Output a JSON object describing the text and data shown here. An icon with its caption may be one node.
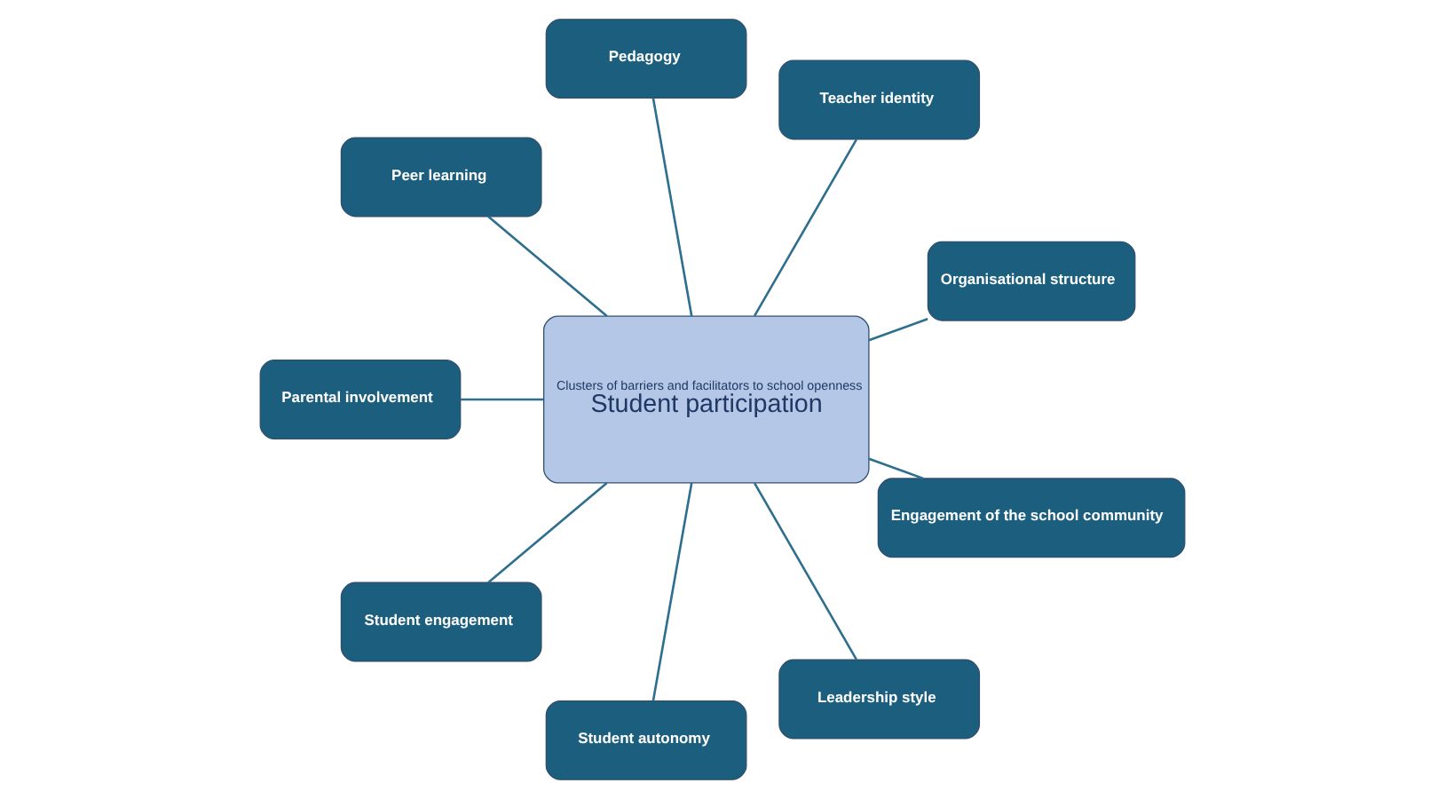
{
  "diagram": {
    "nodes": [
      {
        "text": [
          "Clusters of barriers and facilitators to school openness",
          "Student participation"
        ]
      },
      {
        "text": [
          "Organisational structure"
        ]
      },
      {
        "text": [
          "Teacher identity"
        ]
      },
      {
        "text": [
          "Pedagogy"
        ]
      },
      {
        "text": [
          "Peer learning"
        ]
      },
      {
        "text": [
          "Parental involvement"
        ]
      },
      {
        "text": [
          "Student engagement"
        ]
      },
      {
        "text": [
          "Student autonomy"
        ]
      },
      {
        "text": [
          "Leadership style"
        ]
      },
      {
        "text": [
          "Engagement of the school community"
        ]
      }
    ],
    "edges": [
      {
        "from": 0,
        "to": 1,
        "arrow": "none"
      },
      {
        "from": 0,
        "to": 2,
        "arrow": "none"
      },
      {
        "from": 0,
        "to": 3,
        "arrow": "none"
      },
      {
        "from": 0,
        "to": 4,
        "arrow": "none"
      },
      {
        "from": 0,
        "to": 5,
        "arrow": "none"
      },
      {
        "from": 0,
        "to": 6,
        "arrow": "none"
      },
      {
        "from": 0,
        "to": 7,
        "arrow": "none"
      },
      {
        "from": 0,
        "to": 8,
        "arrow": "none"
      },
      {
        "from": 0,
        "to": 9,
        "arrow": "none"
      }
    ]
  }
}
